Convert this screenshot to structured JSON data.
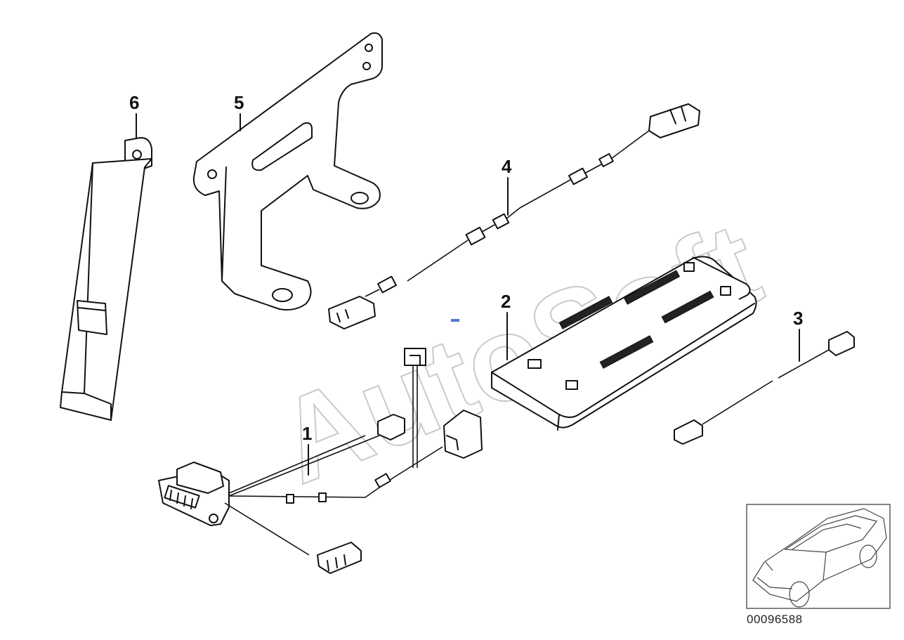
{
  "diagram": {
    "callouts": [
      {
        "id": "callout-1",
        "label": "1"
      },
      {
        "id": "callout-2",
        "label": "2"
      },
      {
        "id": "callout-3",
        "label": "3"
      },
      {
        "id": "callout-4",
        "label": "4"
      },
      {
        "id": "callout-5",
        "label": "5"
      },
      {
        "id": "callout-6",
        "label": "6"
      }
    ],
    "watermark": "AutoSoft",
    "part_number": "00096588"
  }
}
